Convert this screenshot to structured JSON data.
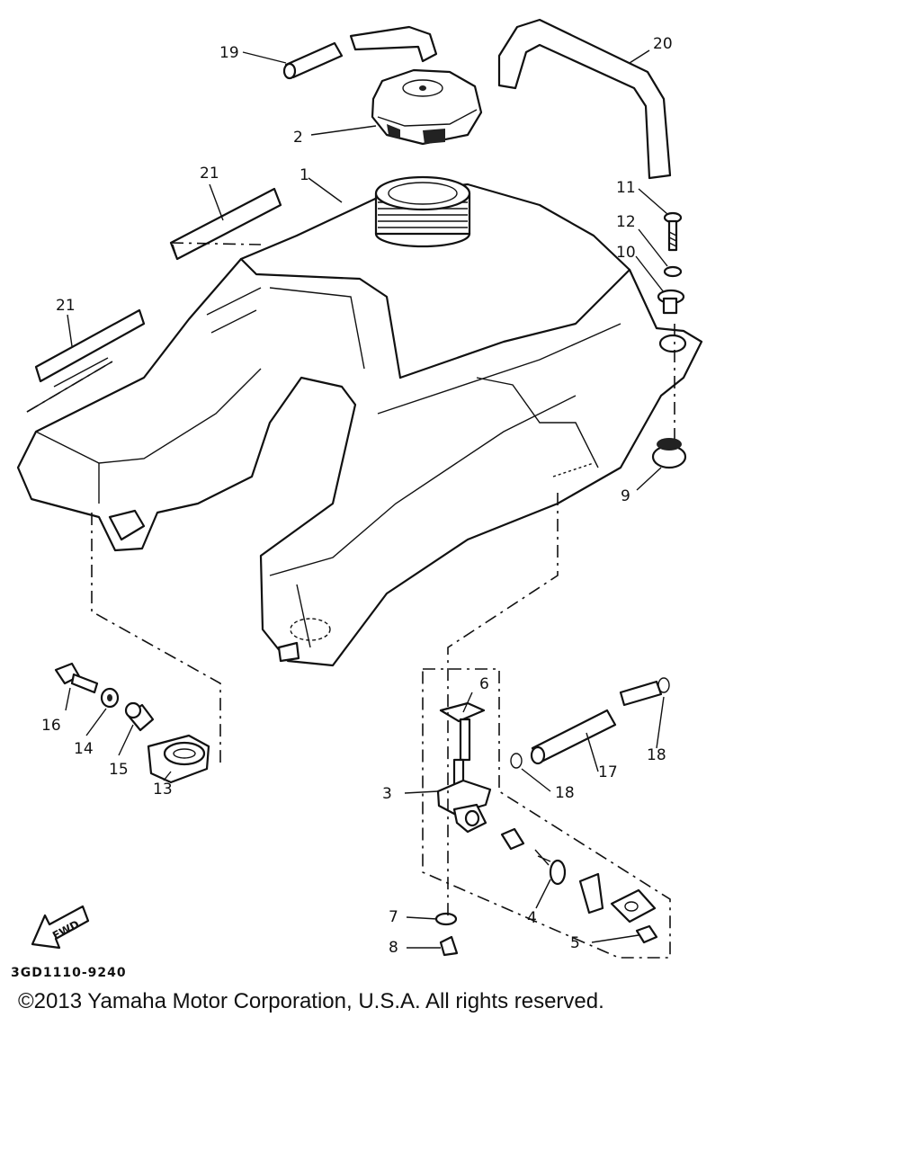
{
  "diagram": {
    "code": "3GD1110-9240",
    "copyright": "©2013 Yamaha Motor Corporation, U.S.A. All rights reserved.",
    "fwd_label": "FWD",
    "callouts": {
      "c1": "1",
      "c2": "2",
      "c3": "3",
      "c4": "4",
      "c5": "5",
      "c6": "6",
      "c7": "7",
      "c8": "8",
      "c9": "9",
      "c10": "10",
      "c11": "11",
      "c12": "12",
      "c13": "13",
      "c14": "14",
      "c15": "15",
      "c16": "16",
      "c17": "17",
      "c18a": "18",
      "c18b": "18",
      "c19": "19",
      "c20": "20",
      "c21a": "21",
      "c21b": "21"
    }
  }
}
